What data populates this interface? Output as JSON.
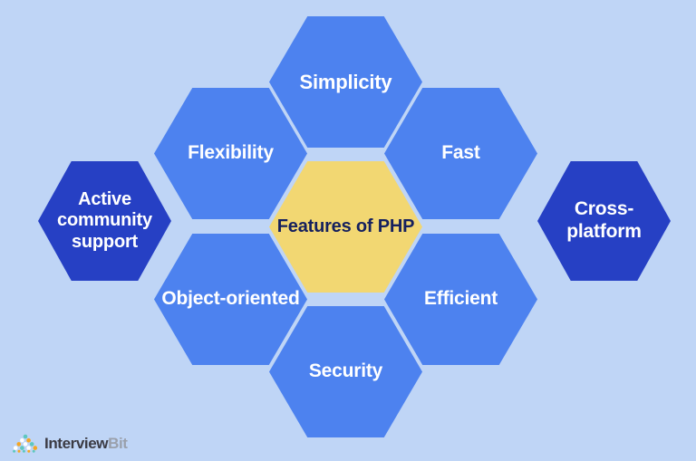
{
  "diagram": {
    "title": "Features of PHP",
    "background_color": "#bfd5f6",
    "center": {
      "label": "Features of PHP",
      "fill": "#f2d772",
      "text_color": "#15205e"
    },
    "nodes": [
      {
        "id": "simplicity",
        "label": "Simplicity",
        "position": "top",
        "fill": "#4d82ef",
        "text_color": "#ffffff"
      },
      {
        "id": "flexibility",
        "label": "Flexibility",
        "position": "upper-left",
        "fill": "#4d82ef",
        "text_color": "#ffffff"
      },
      {
        "id": "fast",
        "label": "Fast",
        "position": "upper-right",
        "fill": "#4d82ef",
        "text_color": "#ffffff"
      },
      {
        "id": "active-community",
        "label": "Active community support",
        "position": "left",
        "fill": "#2640c4",
        "text_color": "#ffffff"
      },
      {
        "id": "cross-platform",
        "label": "Cross-platform",
        "position": "right",
        "fill": "#2640c4",
        "text_color": "#ffffff"
      },
      {
        "id": "object-oriented",
        "label": "Object-oriented",
        "position": "lower-left",
        "fill": "#4d82ef",
        "text_color": "#ffffff"
      },
      {
        "id": "efficient",
        "label": "Efficient",
        "position": "lower-right",
        "fill": "#4d82ef",
        "text_color": "#ffffff"
      },
      {
        "id": "security",
        "label": "Security",
        "position": "bottom",
        "fill": "#4d82ef",
        "text_color": "#ffffff"
      }
    ]
  },
  "logo": {
    "icon": "interviewbit-triangle-logo",
    "word_primary": "Interview",
    "word_secondary": "Bit",
    "colors": {
      "teal": "#5ec8c0",
      "orange": "#f5a623",
      "white": "#ffffff",
      "word_primary": "#3b3b44",
      "word_secondary": "#9aa0ab"
    }
  }
}
